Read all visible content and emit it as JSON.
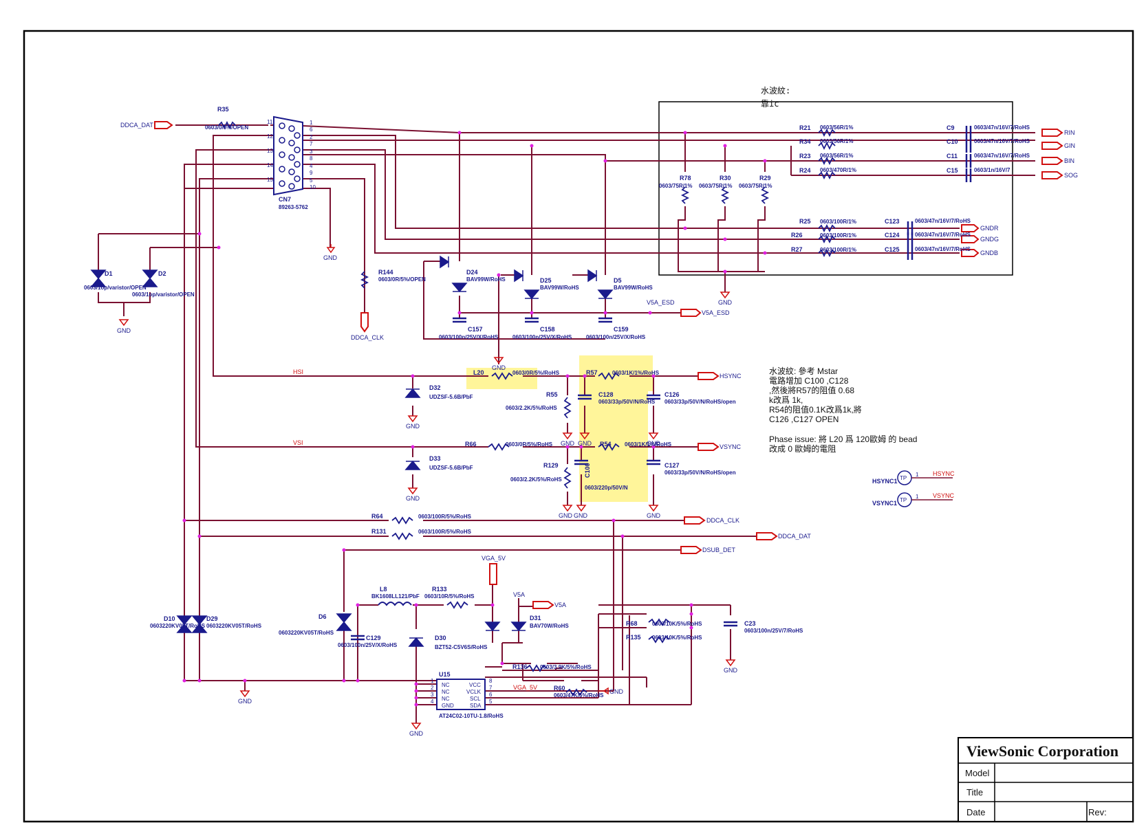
{
  "colors": {
    "wire": "#7a1030",
    "comp": "#1a1a8c",
    "port": "#d01010",
    "junction": "#e020e0",
    "highlight": "#fff59a",
    "text": "#1a1a8c"
  },
  "notes": {
    "box_title_1": "水波紋:",
    "box_title_2": "靠ic",
    "note1": [
      "水波紋: 參考 Mstar",
      "電路增加 C100 ,C128",
      ",然後將R57的阻值 0.68",
      "k改爲 1k,",
      "R54的阻值0.1K改爲1k,將",
      "C126 ,C127 OPEN"
    ],
    "note2": [
      "Phase issue: 將 L20 爲 120歐姆 的 bead",
      "改成 0 歐姆的電阻"
    ]
  },
  "connector": {
    "ref": "CN7",
    "part": "89263-5762",
    "pins_left": [
      "11",
      "12",
      "13",
      "14",
      "15"
    ],
    "pins_right": [
      "1",
      "6",
      "2",
      "7",
      "3",
      "8",
      "4",
      "9",
      "5",
      "10"
    ]
  },
  "ports": {
    "ddca_dat_in": "DDCA_DAT",
    "rin": "RIN",
    "gin": "GIN",
    "bin": "BIN",
    "sog": "SOG",
    "gndr": "GNDR",
    "gndg": "GNDG",
    "gndb": "GNDB",
    "v5a_esd": "V5A_ESD",
    "hsync": "HSYNC",
    "vsync": "VSYNC",
    "ddca_clk_out": "DDCA_CLK",
    "ddca_dat_out": "DDCA_DAT",
    "dsub_det": "DSUB_DET",
    "ddca_clk_bot": "DDCA_CLK",
    "v5a": "V5A",
    "vga_5v": "VGA_5V",
    "gnd": "GND"
  },
  "parts": {
    "R35": {
      "ref": "R35",
      "val": "0603/0/5%/OPEN"
    },
    "R21": {
      "ref": "R21",
      "val": "0603/56R/1%"
    },
    "R34": {
      "ref": "R34",
      "val": "0603/56R/1%"
    },
    "R23": {
      "ref": "R23",
      "val": "0603/56R/1%"
    },
    "R24": {
      "ref": "R24",
      "val": "0603/470R/1%"
    },
    "C9": {
      "ref": "C9",
      "val": "0603/47n/16V/7/RoHS"
    },
    "C10": {
      "ref": "C10",
      "val": "0603/47n/16V/7/RoHS"
    },
    "C11": {
      "ref": "C11",
      "val": "0603/47n/16V/7/RoHS"
    },
    "C15": {
      "ref": "C15",
      "val": "0603/1n/16V/7"
    },
    "R78": {
      "ref": "R78",
      "val": "0603/75R/1%"
    },
    "R30": {
      "ref": "R30",
      "val": "0603/75R/1%"
    },
    "R29": {
      "ref": "R29",
      "val": "0603/75R/1%"
    },
    "R25": {
      "ref": "R25",
      "val": "0603/100R/1%"
    },
    "R26": {
      "ref": "R26",
      "val": "0603/100R/1%"
    },
    "R27": {
      "ref": "R27",
      "val": "0603/100R/1%"
    },
    "C123": {
      "ref": "C123",
      "val": "0603/47n/16V/7/RoHS"
    },
    "C124": {
      "ref": "C124",
      "val": "0603/47n/16V/7/RoHS"
    },
    "C125": {
      "ref": "C125",
      "val": "0603/47n/16V/7/RoHS"
    },
    "D1": {
      "ref": "D1",
      "val": "0603/1op/varistor/OPEN"
    },
    "D2": {
      "ref": "D2",
      "val": "0603/1op/varistor/OPEN"
    },
    "R144": {
      "ref": "R144",
      "val": "0603/0R/5%/OPEN"
    },
    "D24": {
      "ref": "D24",
      "val": "BAV99W/RoHS"
    },
    "D25": {
      "ref": "D25",
      "val": "BAV99W/RoHS"
    },
    "D5": {
      "ref": "D5",
      "val": "BAV99W/RoHS"
    },
    "C157": {
      "ref": "C157",
      "val": "0603/100n/25V/X/RoHS"
    },
    "C158": {
      "ref": "C158",
      "val": "0603/100n/25V/X/RoHS"
    },
    "C159": {
      "ref": "C159",
      "val": "0603/100n/25V/X/RoHS"
    },
    "L20": {
      "ref": "L20",
      "val": "0603/0R/5%/RoHS"
    },
    "R57": {
      "ref": "R57",
      "val": "0603/1K/1%/RoHS"
    },
    "D32": {
      "ref": "D32",
      "val": "UDZSF-5.6B/PbF"
    },
    "D33": {
      "ref": "D33",
      "val": "UDZSF-5.6B/PbF"
    },
    "R55": {
      "ref": "R55",
      "val": "0603/2.2K/5%/RoHS"
    },
    "C128": {
      "ref": "C128",
      "val": "0603/33p/50V/N/RoHS"
    },
    "C126": {
      "ref": "C126",
      "val": "0603/33p/50V/N/RoHS/open"
    },
    "R66": {
      "ref": "R66",
      "val": "0603/0R/5%/RoHS"
    },
    "R54": {
      "ref": "R54",
      "val": "0603/1K/1%/RoHS"
    },
    "R129": {
      "ref": "R129",
      "val": "0603/2.2K/5%/RoHS"
    },
    "C100": {
      "ref": "C100",
      "val": "0603/220p/50V/N"
    },
    "C127": {
      "ref": "C127",
      "val": "0603/33p/50V/N/RoHS/open"
    },
    "R64": {
      "ref": "R64",
      "val": "0603/100R/5%/RoHS"
    },
    "R131": {
      "ref": "R131",
      "val": "0603/100R/5%/RoHS"
    },
    "L8": {
      "ref": "L8",
      "val": "BK1608LL121/PbF"
    },
    "R133": {
      "ref": "R133",
      "val": "0603/10R/5%/RoHS"
    },
    "D31": {
      "ref": "D31",
      "val": "BAV70W/RoHS"
    },
    "D10": {
      "ref": "D10",
      "val": "0603220KV05T/RoHS"
    },
    "D29": {
      "ref": "D29",
      "val": "0603220KV05T/RoHS"
    },
    "D6": {
      "ref": "D6",
      "val": "0603220KV05T/RoHS"
    },
    "C129": {
      "ref": "C129",
      "val": "0603/100n/25V/X/RoHS"
    },
    "D30": {
      "ref": "D30",
      "val": "BZT52-C5V6S/RoHS"
    },
    "R68": {
      "ref": "R68",
      "val": "0603/10K/5%/RoHS"
    },
    "R135": {
      "ref": "R135",
      "val": "0603/10K/5%/RoHS"
    },
    "C23": {
      "ref": "C23",
      "val": "0603/100n/25V/7/RoHS"
    },
    "R136": {
      "ref": "R136",
      "val": "0603/3.9K/5%/RoHS"
    },
    "R60": {
      "ref": "R60",
      "val": "0603/47K/5%/RoHS"
    },
    "U15": {
      "ref": "U15",
      "val": "AT24C02-10TU-1.8/RoHS"
    }
  },
  "u15_pins": {
    "left": [
      "NC",
      "NC",
      "NC",
      "GND"
    ],
    "right": [
      "VCC",
      "VCLK",
      "SCL",
      "SDA"
    ],
    "lnum": [
      "1",
      "2",
      "3",
      "4"
    ],
    "rnum": [
      "8",
      "7",
      "6",
      "5"
    ]
  },
  "nets": {
    "hsi": "HSI",
    "vsi": "VSI",
    "vga5v_lbl": "VGA_5V",
    "hsync_tp": "HSYNC",
    "vsync_tp": "VSYNC"
  },
  "testpoints": {
    "hsync": "HSYNC1",
    "vsync": "VSYNC1",
    "tp": "TP",
    "pin": "1"
  },
  "title_block": {
    "company": "ViewSonic Corporation",
    "model": "Model",
    "title": "Title",
    "date": "Date",
    "rev": "Rev:"
  }
}
